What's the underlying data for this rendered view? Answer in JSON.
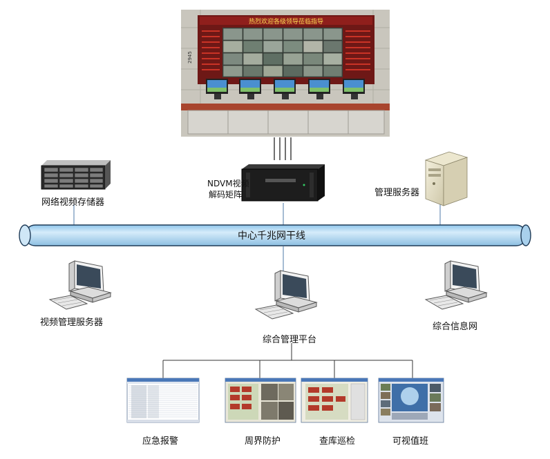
{
  "video_wall": {
    "banner": "热烈欢迎各级领导莅临指导",
    "side_label": "2945"
  },
  "nodes": {
    "storage": "网络视频存储器",
    "decoder_line1": "NDVM视频",
    "decoder_line2": "解码矩阵",
    "mgmt_server": "管理服务器",
    "backbone": "中心千兆网干线",
    "video_server": "视频管理服务器",
    "platform": "综合管理平台",
    "info_net": "综合信息网"
  },
  "applications": [
    {
      "label": "应急报警"
    },
    {
      "label": "周界防护"
    },
    {
      "label": "查库巡检"
    },
    {
      "label": "可视值班"
    }
  ],
  "colors": {
    "pipe": "#b9dcf3",
    "pipe_stroke": "#1e3a56",
    "wall": "#7a1a18",
    "line": "#6a8fb6"
  }
}
